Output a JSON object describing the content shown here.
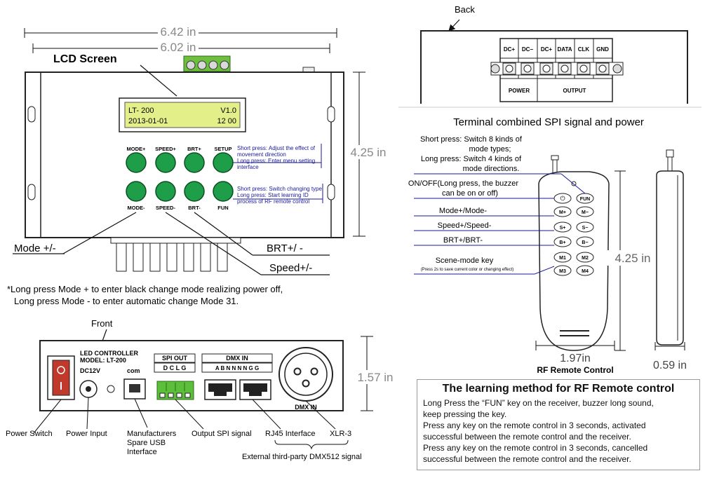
{
  "top_left": {
    "dim_width_outer": "6.42 in",
    "dim_width_inner": "6.02 in",
    "dim_height": "4.25 in",
    "lcd_label": "LCD Screen",
    "lcd_line1_left": "LT- 200",
    "lcd_line1_right": "V1.0",
    "lcd_line2_left": "2013-01-01",
    "lcd_line2_right": "12 00",
    "btn_mode_plus": "MODE+",
    "btn_speed_plus": "SPEED+",
    "btn_brt_plus": "BRT+",
    "btn_setup": "SETUP",
    "btn_mode_minus": "MODE-",
    "btn_speed_minus": "SPEED-",
    "btn_brt_minus": "BRT-",
    "btn_fun": "FUN",
    "setup_note": [
      "Short press: Adjust the effect of",
      "movement direction",
      "Long press: Enter menu setting",
      "interface"
    ],
    "fun_note": [
      "Short press: Switch changing type",
      "Long press: Start learning ID",
      "process of RF remote control"
    ],
    "callout_mode": "Mode +/-",
    "callout_brt": "BRT+/ -",
    "callout_speed": "Speed+/-",
    "note_line1": "*Long press Mode + to enter black change mode realizing power off,",
    "note_line2": "Long press Mode - to enter automatic change Mode 31."
  },
  "front": {
    "title": "Front",
    "dim_height": "1.57 in",
    "brand_line1": "LED CONTROLLER",
    "brand_line2": "MODEL: LT-200",
    "dc_label": "DC12V",
    "com_label": "com",
    "spi_header": "SPI OUT",
    "spi_pins": "D  C  L  G",
    "dmx_header": "DMX IN",
    "dmx_pins": "A B N N N N G G",
    "xlr_label": "DMX IN",
    "callout_power_switch": "Power Switch",
    "callout_power_input": "Power Input",
    "callout_usb": [
      "Manufacturers",
      "Spare USB",
      "Interface"
    ],
    "callout_spi": "Output SPI signal",
    "callout_rj45": "RJ45 Interface",
    "callout_xlr": "XLR-3",
    "callout_dmx512": "External third-party DMX512 signal"
  },
  "back": {
    "title": "Back",
    "terminals": [
      "DC+",
      "DC−",
      "DC+",
      "DATA",
      "CLK",
      "GND"
    ],
    "group_power": "POWER",
    "group_output": "OUTPUT",
    "caption": "Terminal combined SPI signal and power"
  },
  "remote": {
    "note_mode": [
      "Short press: Switch 8 kinds of",
      "mode types;",
      "Long press: Switch 4 kinds of",
      "mode directions."
    ],
    "note_onoff": [
      "ON/OFF(Long press, the buzzer",
      "can be  on or off)"
    ],
    "label_mode": "Mode+/Mode-",
    "label_speed": "Speed+/Speed-",
    "label_brt": "BRT+/BRT-",
    "label_scene": "Scene-mode key",
    "label_scene_sub": "(Press 2s to save current color or changing effect)",
    "keys": {
      "power": "⏻",
      "fun": "FUN",
      "m_plus": "M+",
      "m_minus": "M−",
      "s_plus": "S+",
      "s_minus": "S−",
      "b_plus": "B+",
      "b_minus": "B−",
      "m1": "M1",
      "m2": "M2",
      "m3": "M3",
      "m4": "M4"
    },
    "dim_height": "4.25 in",
    "dim_width": "1.97in",
    "dim_depth": "0.59 in",
    "caption": "RF Remote Control"
  },
  "learning": {
    "title": "The learning method for RF Remote control",
    "lines": [
      "Long Press the “FUN” key on the receiver, buzzer long sound,",
      "keep pressing the key.",
      "Press any key on the remote control in 3 seconds, activated",
      "successful between the remote control and the receiver.",
      "Press any key on the remote control in 3 seconds, cancelled",
      "successful between the remote control and the receiver."
    ]
  }
}
